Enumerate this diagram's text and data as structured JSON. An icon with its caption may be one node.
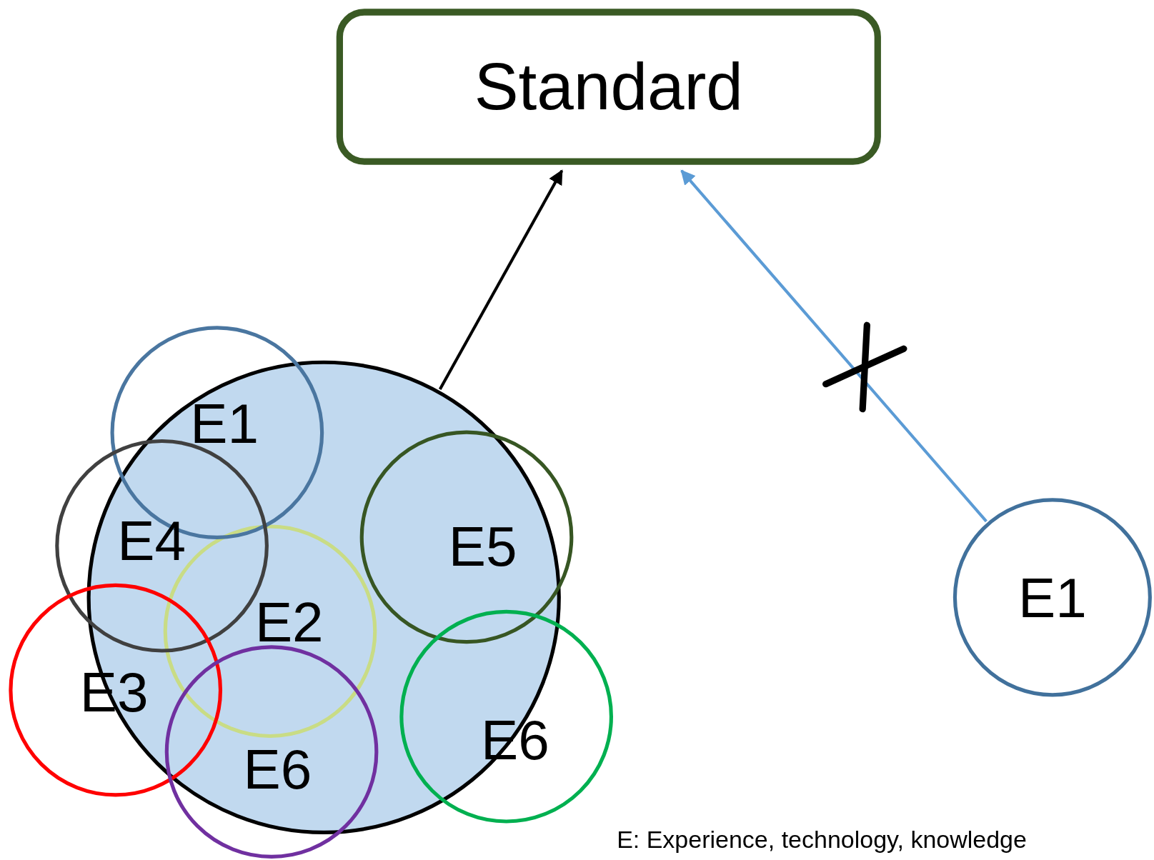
{
  "diagram": {
    "nodes": [
      {
        "text": [
          "Standard"
        ]
      },
      {
        "text": [],
        "shape": "circle"
      },
      {
        "text": [
          "E1"
        ]
      },
      {
        "text": [
          "E4"
        ]
      },
      {
        "text": [
          "E2"
        ],
        "in": 1
      },
      {
        "text": [
          "E5"
        ]
      },
      {
        "text": [
          "E3"
        ]
      },
      {
        "text": [
          "E6"
        ]
      },
      {
        "text": [
          "E6"
        ]
      },
      {
        "text": [
          "E1"
        ]
      }
    ],
    "edges": [
      {
        "from": 1,
        "to": 0,
        "arrow": "to"
      },
      {
        "from": 9,
        "to": 0,
        "arrow": "to",
        "color": "#5b9bd5"
      }
    ],
    "labels": [
      "E: Experience, technology, knowledge"
    ]
  }
}
